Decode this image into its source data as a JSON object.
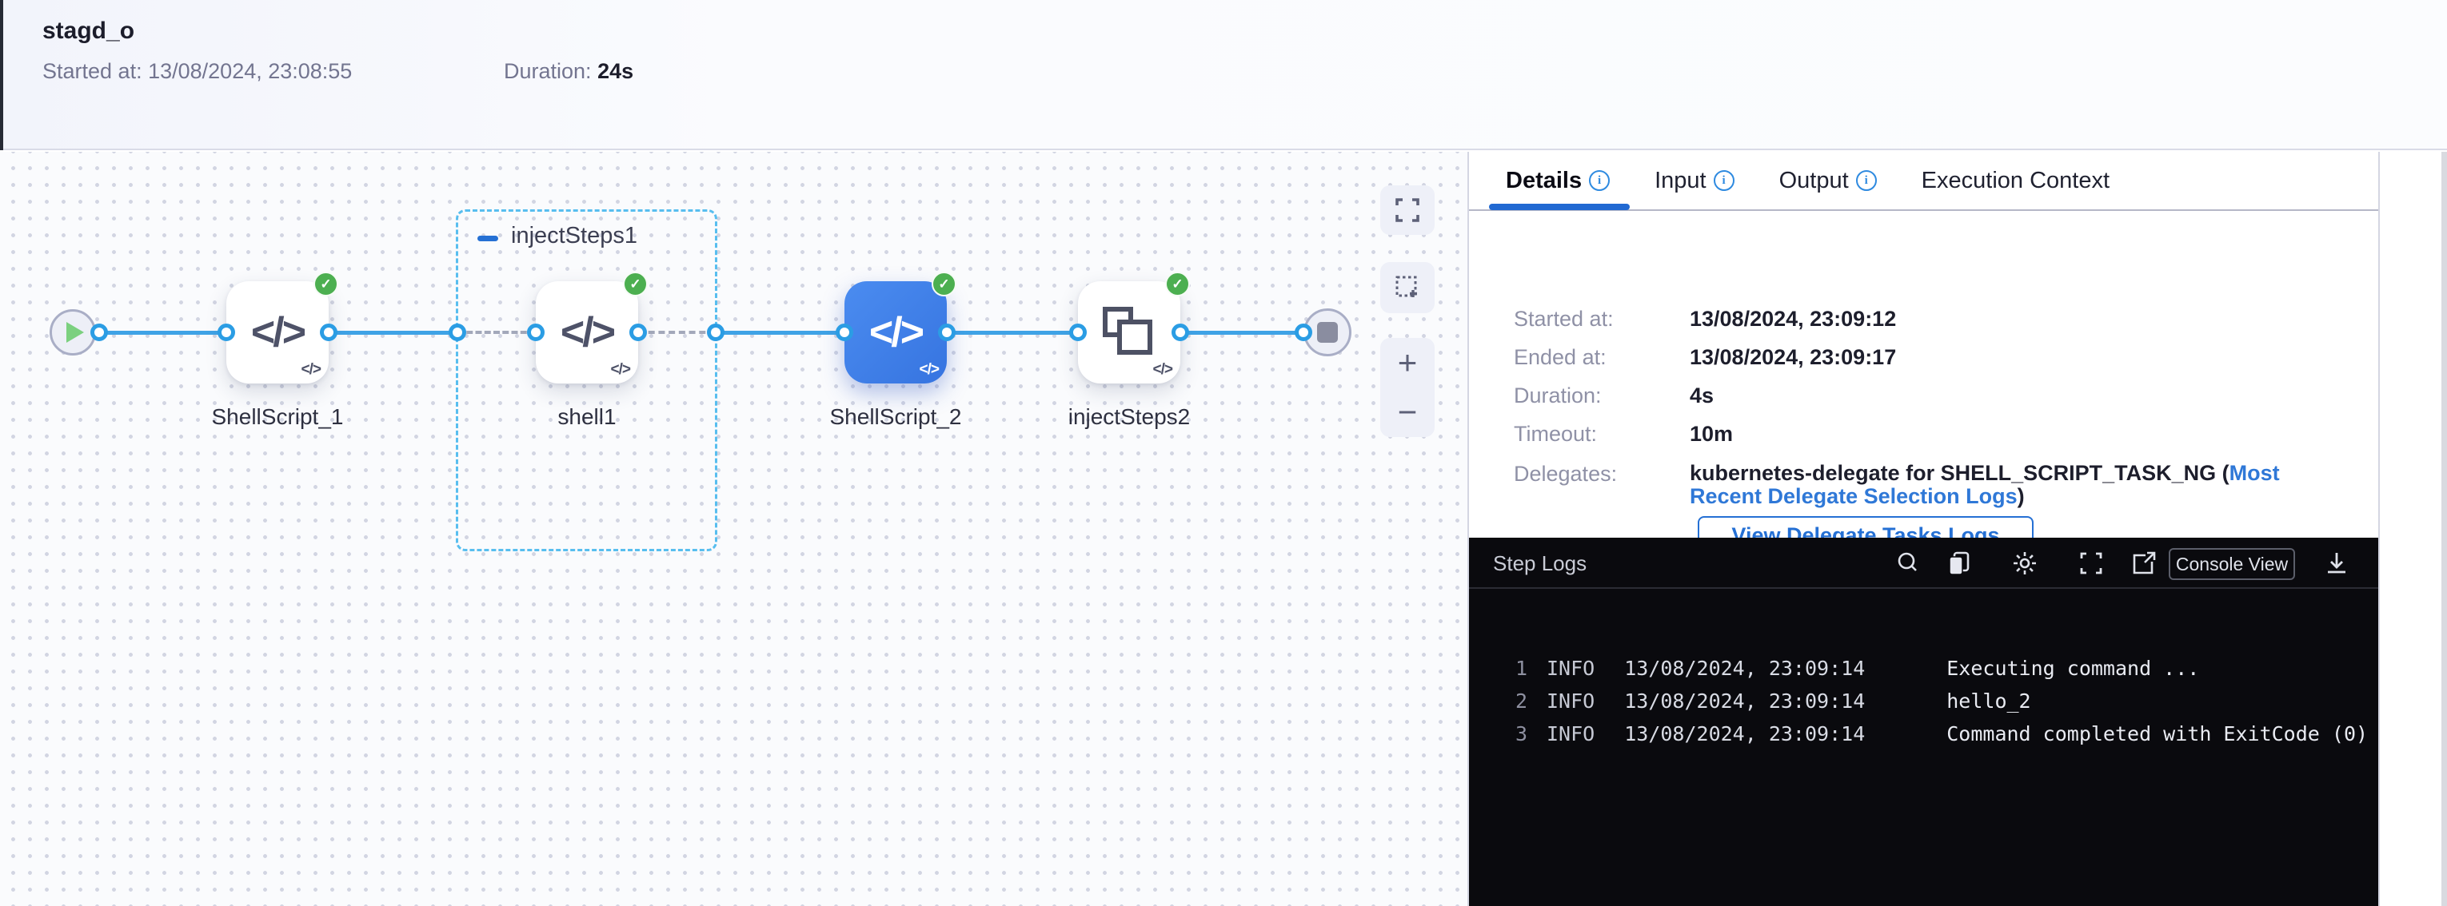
{
  "header": {
    "title": "stagd_o",
    "started_label": "Started at:",
    "started_value": "13/08/2024, 23:08:55",
    "duration_label": "Duration:",
    "duration_value": "24s"
  },
  "canvas": {
    "code_glyph": "</>",
    "group": {
      "label": "injectSteps1"
    },
    "nodes": [
      {
        "label": "ShellScript_1",
        "type": "shell-script",
        "status": "success"
      },
      {
        "label": "shell1",
        "type": "shell-script",
        "status": "success"
      },
      {
        "label": "ShellScript_2",
        "type": "shell-script",
        "status": "success",
        "selected": true
      },
      {
        "label": "injectSteps2",
        "type": "step-group",
        "status": "success"
      }
    ],
    "check_glyph": "✓",
    "zoom_in_glyph": "+",
    "zoom_out_glyph": "−"
  },
  "panel": {
    "tabs": [
      {
        "label": "Details",
        "has_info": true,
        "active": true
      },
      {
        "label": "Input",
        "has_info": true,
        "active": false
      },
      {
        "label": "Output",
        "has_info": true,
        "active": false
      },
      {
        "label": "Execution Context",
        "has_info": false,
        "active": false
      }
    ],
    "info_glyph": "i",
    "details": {
      "rows": [
        {
          "label": "Started at:",
          "value": "13/08/2024, 23:09:12"
        },
        {
          "label": "Ended at:",
          "value": "13/08/2024, 23:09:17"
        },
        {
          "label": "Duration:",
          "value": "4s"
        },
        {
          "label": "Timeout:",
          "value": "10m"
        }
      ],
      "delegates_label": "Delegates:",
      "delegates_prefix": "kubernetes-delegate for SHELL_SCRIPT_TASK_NG (",
      "delegates_link_line1": "Most Recent",
      "delegates_link_line2": "Delegate Selection Logs",
      "delegates_suffix": ")",
      "button_label": "View Delegate Tasks Logs"
    },
    "logs": {
      "title": "Step Logs",
      "console_view_label": "Console View",
      "lines": [
        {
          "num": "1",
          "level": "INFO",
          "time": "13/08/2024, 23:09:14",
          "message": "Executing command ..."
        },
        {
          "num": "2",
          "level": "INFO",
          "time": "13/08/2024, 23:09:14",
          "message": "hello_2"
        },
        {
          "num": "3",
          "level": "INFO",
          "time": "13/08/2024, 23:09:14",
          "message": "Command completed with ExitCode (0)"
        }
      ]
    }
  },
  "colors": {
    "accent_blue": "#2570d4",
    "connector_blue": "#3fa3e6",
    "success_green": "#4caf50",
    "selected_node_blue": "#3e7ee6",
    "log_background": "#0a0a0e"
  }
}
